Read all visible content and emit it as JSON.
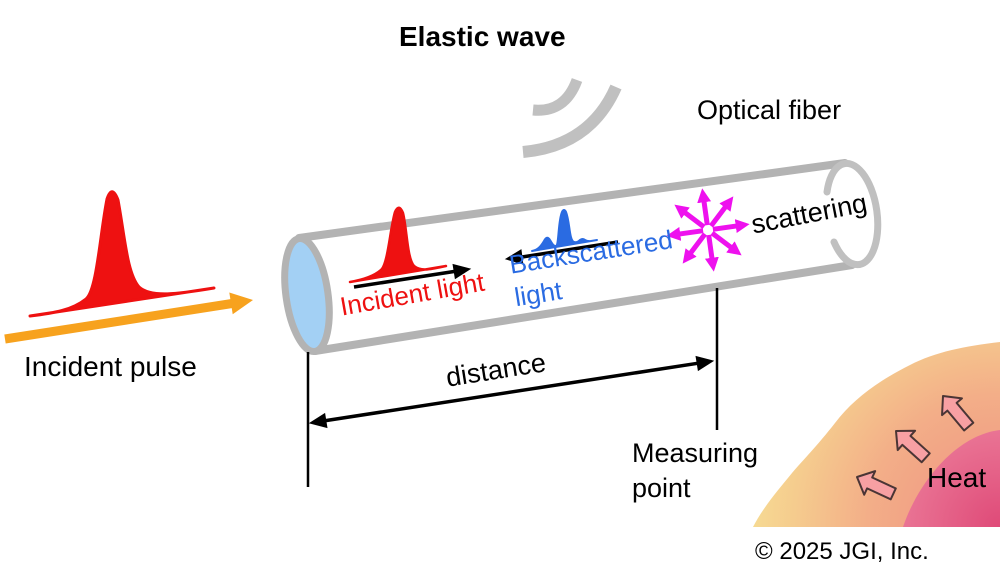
{
  "figure": {
    "title": "Elastic wave",
    "optical_fiber_label": "Optical fiber",
    "scattering_label": "scattering",
    "incident_light_label": "Incident light",
    "backscattered_light_label": "Backscattered light",
    "incident_pulse_label": "Incident pulse",
    "distance_label": "distance",
    "measuring_point_label": "Measuring point",
    "heat_label": "Heat",
    "copyright": "© 2025 JGI, Inc."
  },
  "colors": {
    "pulse_red": "#ee1111",
    "arrow_orange": "#f7a21e",
    "backscatter_blue": "#2a6be2",
    "scatter_magenta": "#ee11ee",
    "fiber_gray": "#b3b3b3",
    "wave_arc_gray": "#c0c0c0",
    "fiber_end_blue": "#a3d0f4",
    "heat_outer_yellow": "#f7e095",
    "heat_mid_salmon": "#f3ae88",
    "heat_inner_rose": "#df4a78",
    "heat_arrow_pink": "#f7a0a3",
    "line_black": "#000000"
  },
  "shapes": {
    "elastic_wave_arcs": "sound-wave-arcs-icon",
    "optical_fiber_cylinder": "cylinder-tube",
    "incident_pulse_waveform": "red-gaussian-pulse",
    "incident_light_waveform": "red-gaussian-pulse-small",
    "backscattered_waveform": "blue-pulse",
    "scattering_burst": "eight-way-arrow-burst-icon",
    "distance_dimension": "double-headed-arrow",
    "heat_zone": "gradient-heat-quarter-disk",
    "heat_arrows": "block-arrows-up-left"
  }
}
